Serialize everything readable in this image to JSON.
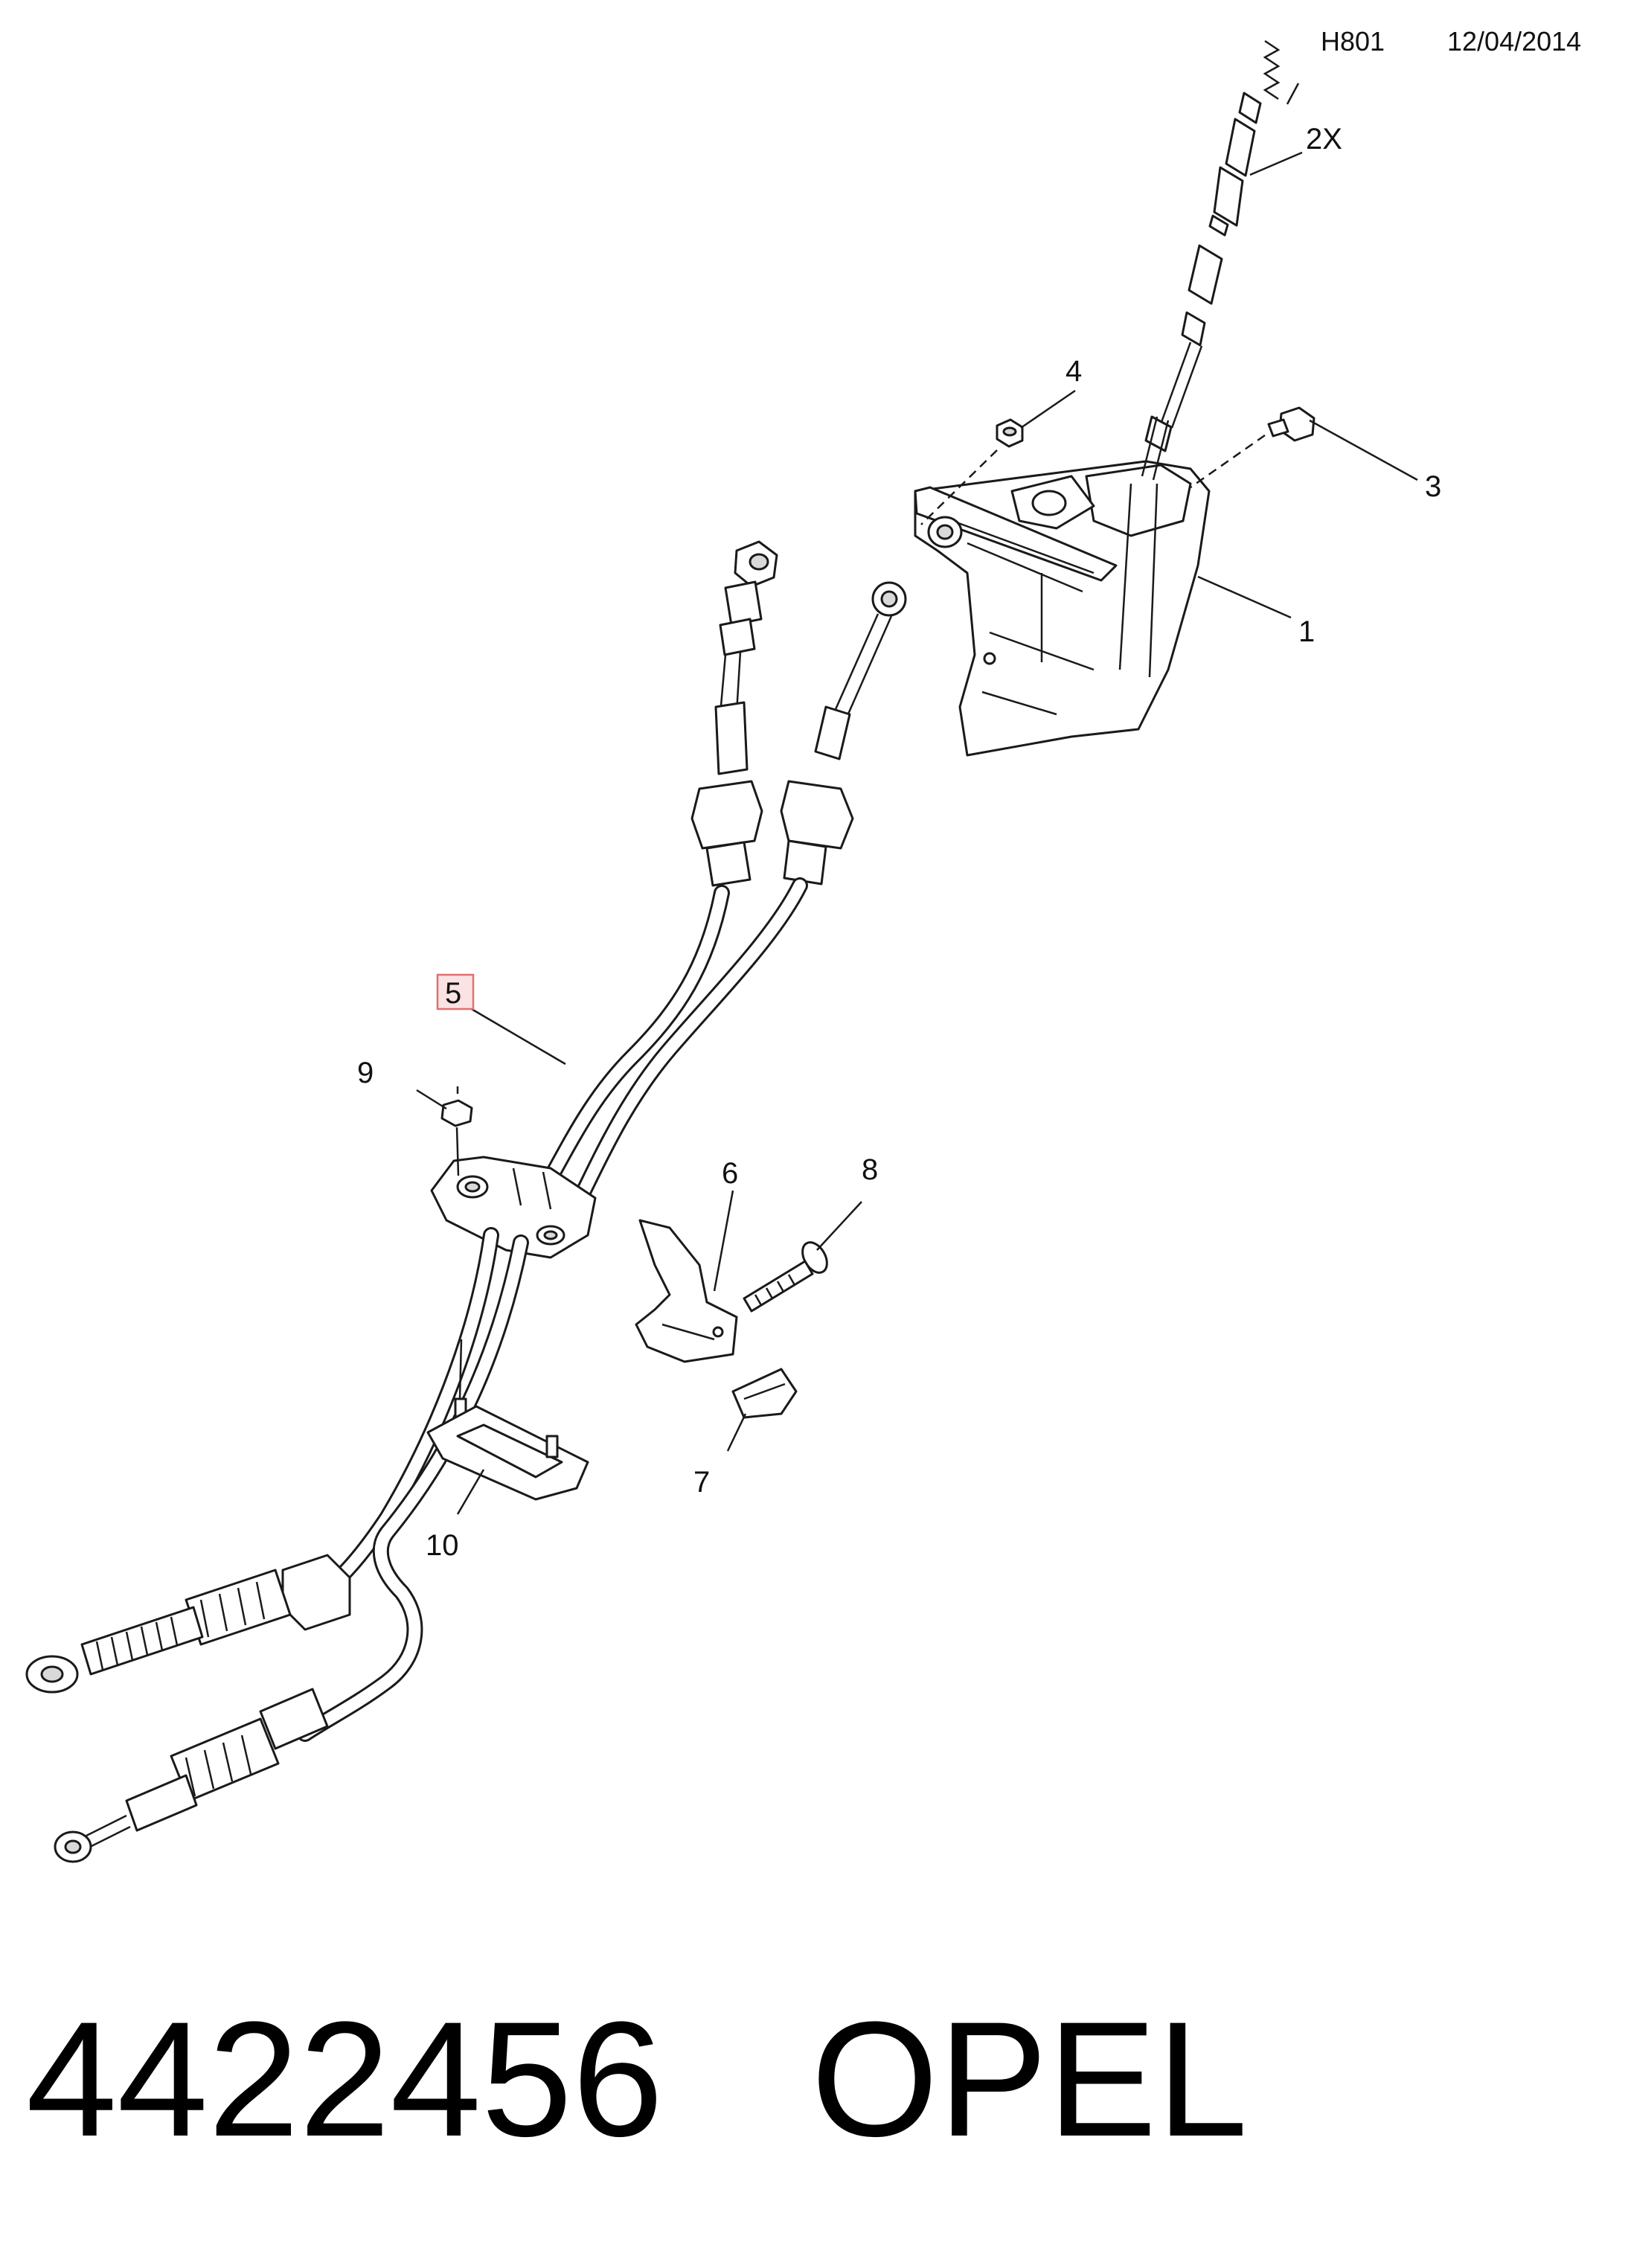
{
  "header": {
    "code": "H801",
    "date": "12/04/2014"
  },
  "callouts": {
    "c1": "1",
    "c2x": "2X",
    "c3": "3",
    "c4": "4",
    "c5": "5",
    "c6": "6",
    "c7": "7",
    "c8": "8",
    "c9": "9",
    "c10": "10"
  },
  "footer": {
    "part_number": "4422456",
    "brand": "OPEL"
  },
  "colors": {
    "highlight_fill": "#fbe3e3",
    "highlight_stroke": "#e07070",
    "line": "#1a1a1a"
  }
}
